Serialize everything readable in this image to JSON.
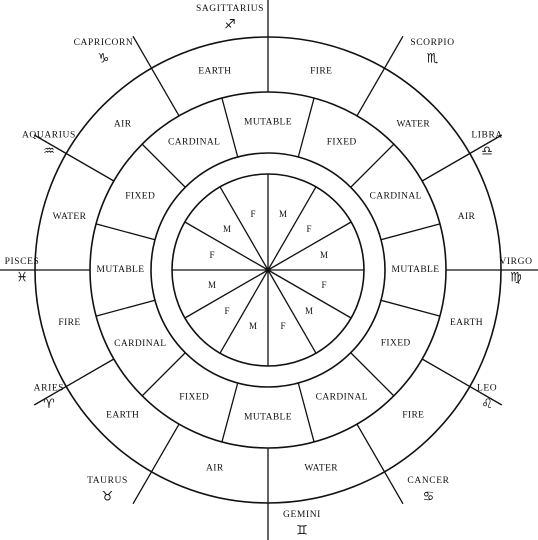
{
  "signs": [
    {
      "name": "CAPRICORN",
      "glyph": "♑",
      "element": "EARTH",
      "modality": "CARDINAL",
      "polarity": "F"
    },
    {
      "name": "SAGITTARIUS",
      "glyph": "♐",
      "element": "FIRE",
      "modality": "MUTABLE",
      "polarity": "M"
    },
    {
      "name": "SCORPIO",
      "glyph": "♏",
      "element": "WATER",
      "modality": "FIXED",
      "polarity": "F"
    },
    {
      "name": "LIBRA",
      "glyph": "♎",
      "element": "AIR",
      "modality": "CARDINAL",
      "polarity": "M"
    },
    {
      "name": "VIRGO",
      "glyph": "♍",
      "element": "EARTH",
      "modality": "MUTABLE",
      "polarity": "F"
    },
    {
      "name": "LEO",
      "glyph": "♌",
      "element": "FIRE",
      "modality": "FIXED",
      "polarity": "M"
    },
    {
      "name": "CANCER",
      "glyph": "♋",
      "element": "WATER",
      "modality": "CARDINAL",
      "polarity": "F"
    },
    {
      "name": "GEMINI",
      "glyph": "♊",
      "element": "AIR",
      "modality": "MUTABLE",
      "polarity": "M"
    },
    {
      "name": "TAURUS",
      "glyph": "♉",
      "element": "EARTH",
      "modality": "FIXED",
      "polarity": "F"
    },
    {
      "name": "ARIES",
      "glyph": "♈",
      "element": "FIRE",
      "modality": "CARDINAL",
      "polarity": "M"
    },
    {
      "name": "PISCES",
      "glyph": "♓",
      "element": "WATER",
      "modality": "MUTABLE",
      "polarity": "F"
    },
    {
      "name": "AQUARIUS",
      "glyph": "♒",
      "element": "AIR",
      "modality": "FIXED",
      "polarity": "M"
    }
  ]
}
